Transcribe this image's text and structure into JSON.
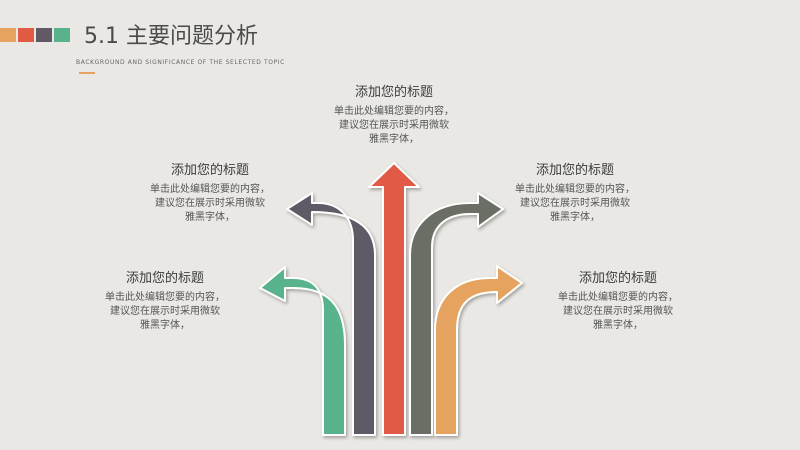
{
  "header": {
    "title": "5.1 主要问题分析",
    "subtitle": "BACKGROUND AND SIGNIFICANCE OF THE SELECTED TOPIC"
  },
  "colors": {
    "orange": "#e6a25f",
    "red": "#e05a44",
    "purple": "#615a66",
    "teal": "#58b28c",
    "olive": "#6b6e65",
    "background": "#e9e8e4"
  },
  "blocks": [
    {
      "title": "添加您的标题",
      "lines": [
        "单击此处编辑您要的内容，",
        "建议您在展示时采用微软",
        "雅黑字体，"
      ]
    },
    {
      "title": "添加您的标题",
      "lines": [
        "单击此处编辑您要的内容，",
        "建议您在展示时采用微软",
        "雅黑字体，"
      ]
    },
    {
      "title": "添加您的标题",
      "lines": [
        "单击此处编辑您要的内容，",
        "建议您在展示时采用微软",
        "雅黑字体，"
      ]
    },
    {
      "title": "添加您的标题",
      "lines": [
        "单击此处编辑您要的内容，",
        "建议您在展示时采用微软",
        "雅黑字体，"
      ]
    },
    {
      "title": "添加您的标题",
      "lines": [
        "单击此处编辑您要的内容，",
        "建议您在展示时采用微软",
        "雅黑字体，"
      ]
    }
  ]
}
